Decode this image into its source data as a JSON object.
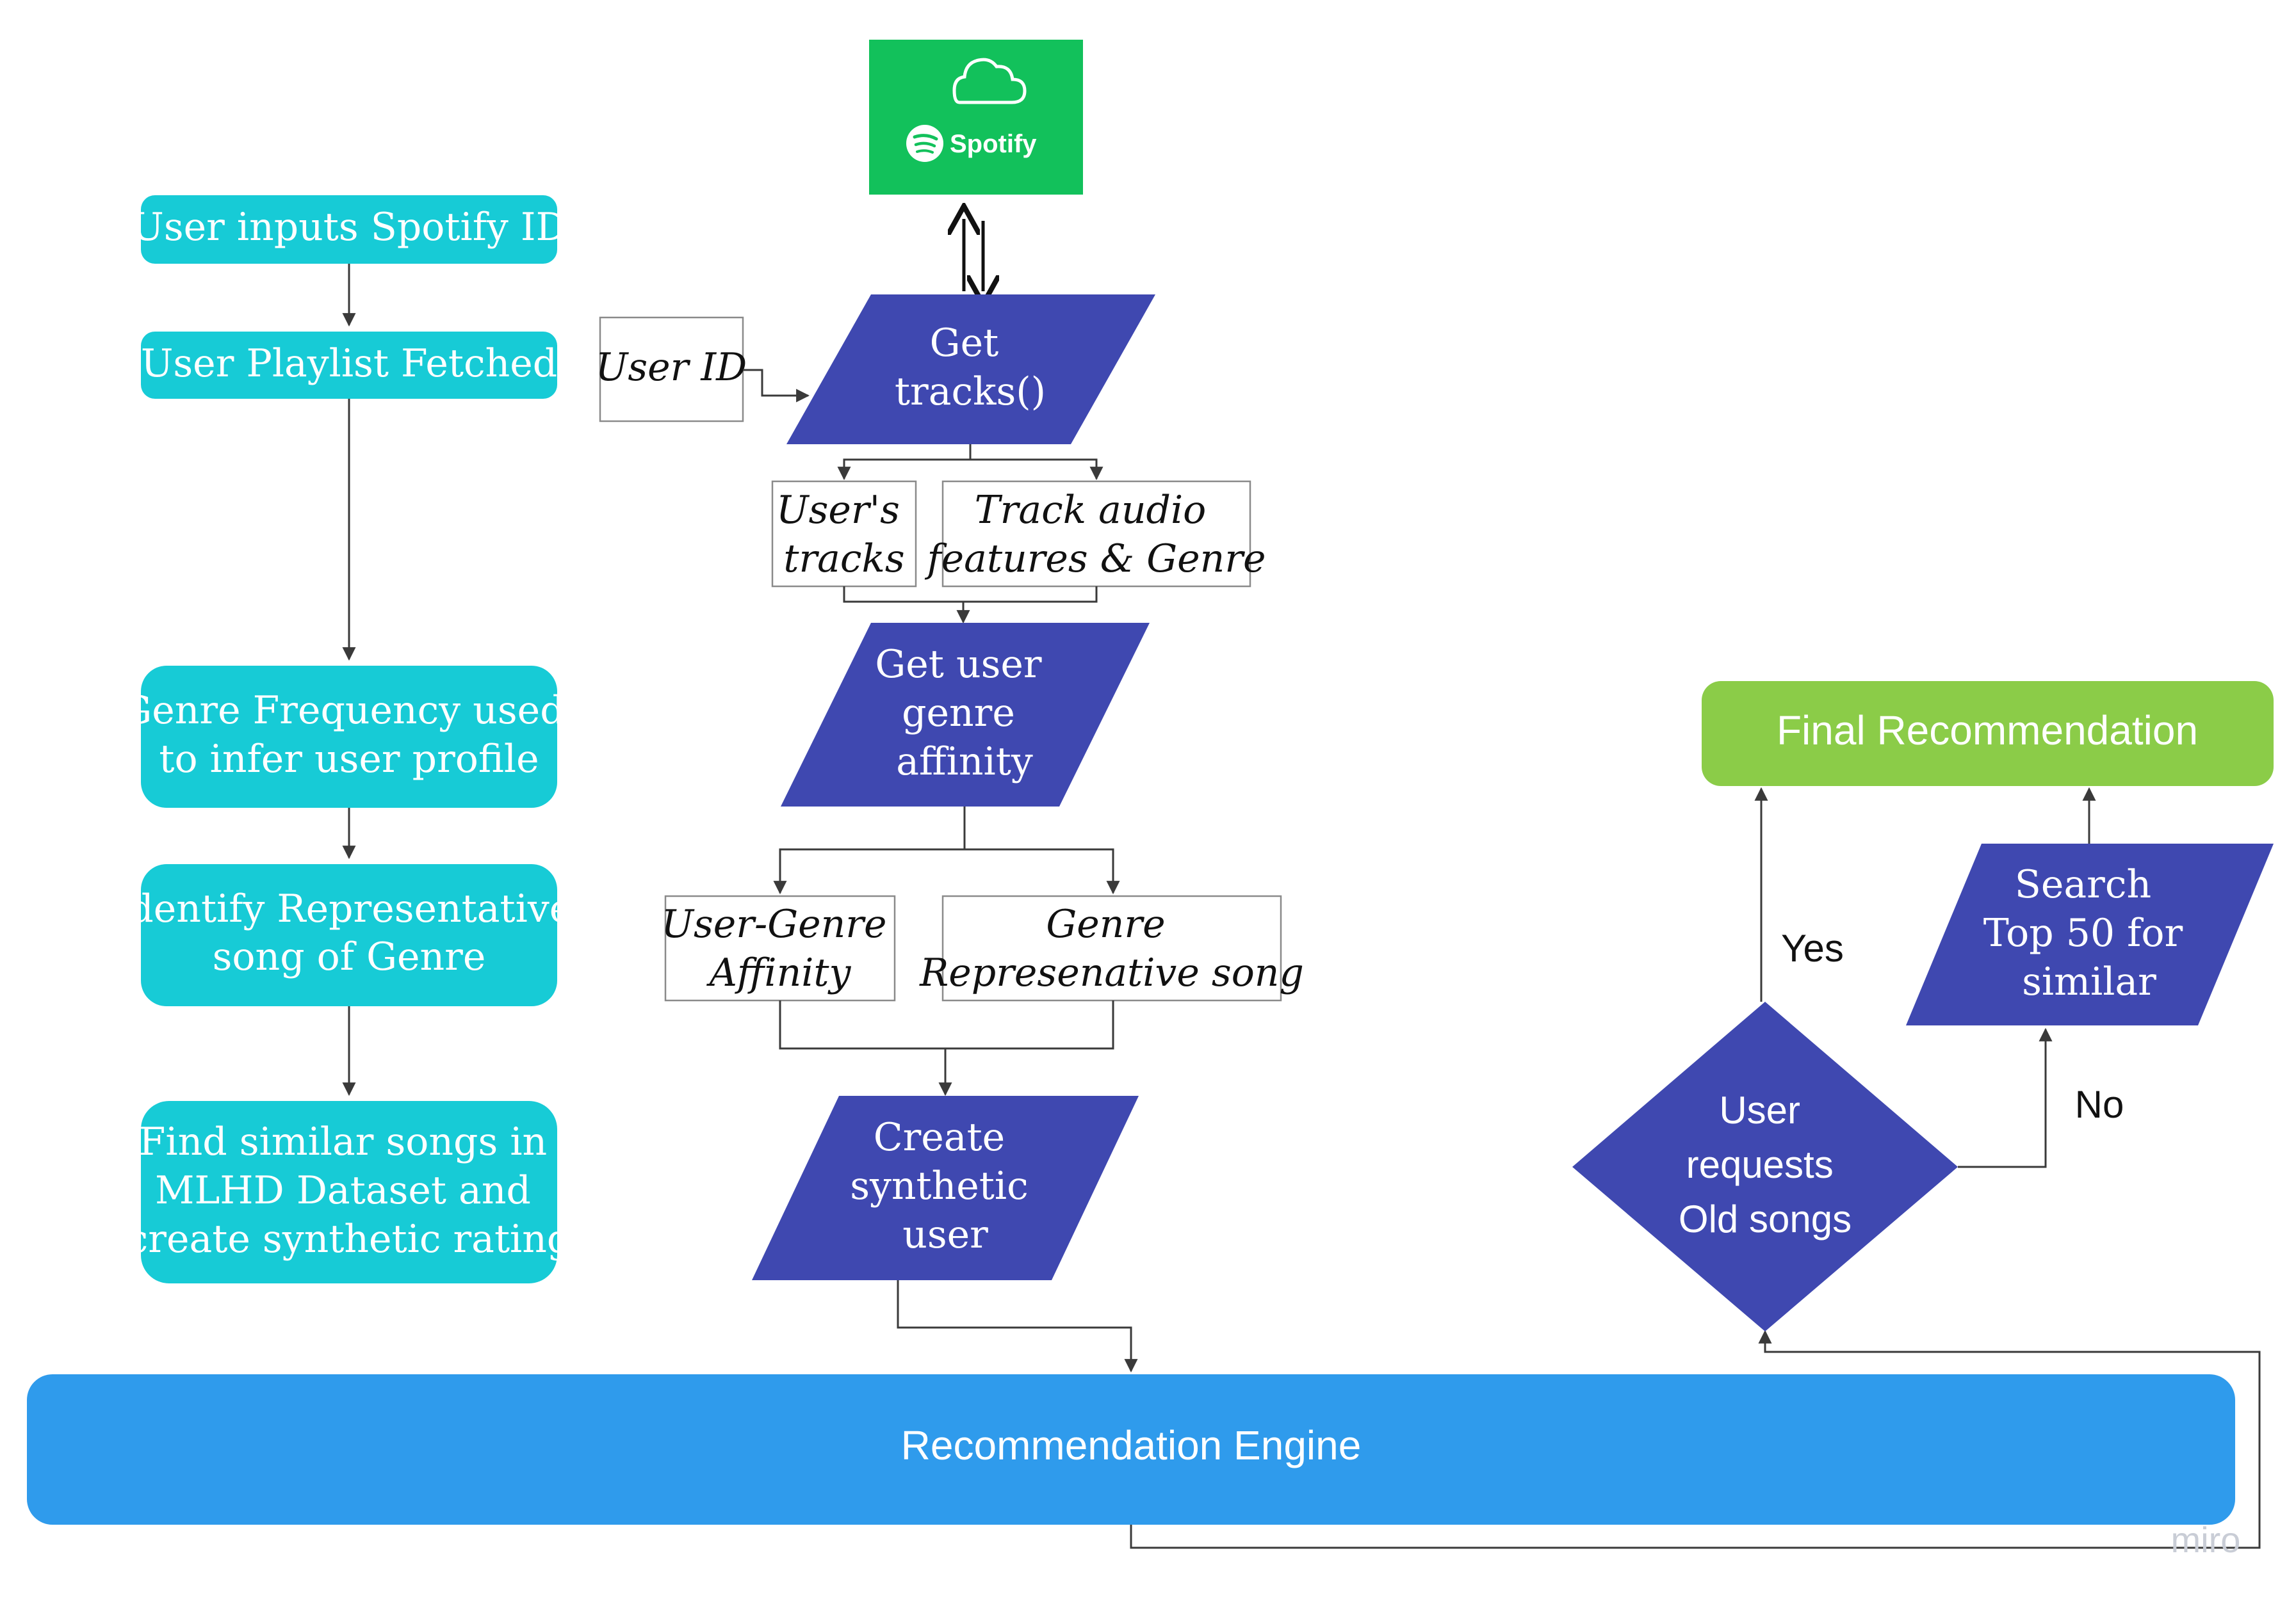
{
  "diagram": {
    "spotify": {
      "brand": "Spotify",
      "icon": "cloud-icon",
      "color": "#12c15b"
    },
    "left_steps": [
      {
        "id": "step-user-inputs",
        "lines": [
          "User inputs Spotify ID"
        ]
      },
      {
        "id": "step-playlist-fetched",
        "lines": [
          "User Playlist Fetched"
        ]
      },
      {
        "id": "step-genre-frequency",
        "lines": [
          "Genre Frequency used",
          "to infer user profile"
        ]
      },
      {
        "id": "step-identify-representative",
        "lines": [
          "Identify Representative",
          "song of Genre"
        ]
      },
      {
        "id": "step-find-similar",
        "lines": [
          "Find similar songs in",
          "MLHD Dataset and",
          "create synthetic rating"
        ]
      }
    ],
    "user_id_box": {
      "lines": [
        "User ID"
      ]
    },
    "get_tracks": {
      "lines": [
        "Get",
        "tracks()"
      ]
    },
    "users_tracks": {
      "lines": [
        "User's",
        "tracks"
      ]
    },
    "track_features": {
      "lines": [
        "Track audio",
        "features & Genre"
      ]
    },
    "genre_affinity": {
      "lines": [
        "Get user",
        "genre",
        "affinity"
      ]
    },
    "user_genre_affinity": {
      "lines": [
        "User-Genre",
        "Affinity"
      ]
    },
    "genre_rep_song": {
      "lines": [
        "Genre",
        "Represenative song"
      ]
    },
    "synthetic_user": {
      "lines": [
        "Create",
        "synthetic",
        "user"
      ]
    },
    "recommendation_engine": {
      "label": "Recommendation Engine"
    },
    "decision": {
      "lines": [
        "User",
        "requests",
        "Old songs"
      ]
    },
    "yes_label": "Yes",
    "no_label": "No",
    "search_top": {
      "lines": [
        "Search",
        "Top 50 for",
        "similar"
      ]
    },
    "final_recommendation": {
      "label": "Final Recommendation"
    },
    "watermark": "miro"
  },
  "colors": {
    "teal": "#17cbd6",
    "indigo": "#3f48b0",
    "engine_blue": "#2f9bec",
    "green": "#8bcc48",
    "spotify_green": "#12c15b"
  }
}
